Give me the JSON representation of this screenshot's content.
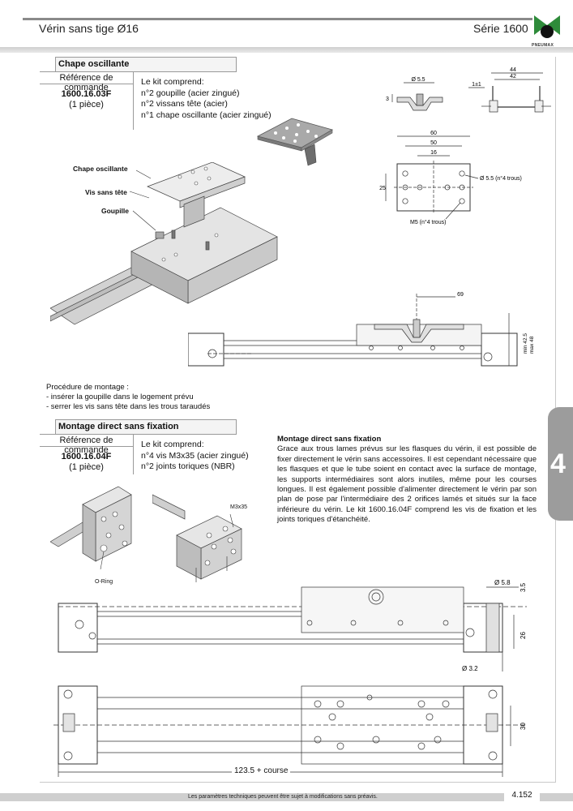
{
  "header": {
    "title": "Vérin sans tige Ø16",
    "serie": "Série 1600",
    "logo_text": "PNEUMAX"
  },
  "section1": {
    "title": "Chape oscillante",
    "ref_heading": "Référence de commande",
    "ref_code": "1600.16.03F",
    "ref_qty": "(1 pièce)",
    "kit_lines": [
      "Le kit comprend:",
      "n°2 goupille (acier zingué)",
      "n°2 vissans tête (acier)",
      "n°1 chape oscillante (acier zingué)"
    ],
    "callouts": [
      "Chape oscillante",
      "Vis sans tête",
      "Goupille"
    ],
    "dims": {
      "d44": "44",
      "d42": "42",
      "d11": "1±1",
      "d55a": "Ø 5.5",
      "d3": "3",
      "d60": "60",
      "d50": "50",
      "d16": "16",
      "d25": "25",
      "hole55": "Ø 5.5 (n°4 trous)",
      "m5": "M5 (n°4 trous)",
      "d69": "69",
      "minmax": [
        "min 42.5",
        "max 48"
      ]
    },
    "procedure": [
      "Procédure de montage :",
      "-  insérer la  goupille dans le logement prévu",
      "-  serrer les vis sans tête dans les trous taraudés"
    ]
  },
  "section2": {
    "title": "Montage direct sans fixation",
    "ref_heading": "Référence de commande",
    "ref_code": "1600.16.04F",
    "ref_qty": "(1 pièce)",
    "kit_lines": [
      "Le kit comprend:",
      "n°4 vis M3x35 (acier zingué)",
      "n°2 joints toriques (NBR)"
    ],
    "desc_title": "Montage direct sans fixation",
    "desc_body": "Grace aux trous lames prévus sur les flasques du vérin, il est possible de fixer directement le vérin sans accessoires. Il est cependant nécessaire que les flasques et que le tube soient en contact avec la surface de montage, les supports intermédiaires sont alors inutiles, même pour les courses longues. Il est également possible d'alimenter directement le vérin par son plan de pose par l'intermédiaire des 2 orifices lamés et situés sur la face inférieure du vérin. Le kit 1600.16.04F comprend les vis de fixation et les joints toriques d'étanchéité.",
    "callouts": [
      "M3x35",
      "O-Ring"
    ],
    "dims": {
      "d58": "Ø 5.8",
      "d35": "3.5",
      "d26": "26",
      "d32": "Ø 3.2",
      "d30": "30",
      "length": "123.5 + course"
    }
  },
  "side_tab": "4",
  "footer": {
    "note": "Les paramètres techniques peuvent être sujet à modifications sans préavis.",
    "page": "4.152"
  }
}
